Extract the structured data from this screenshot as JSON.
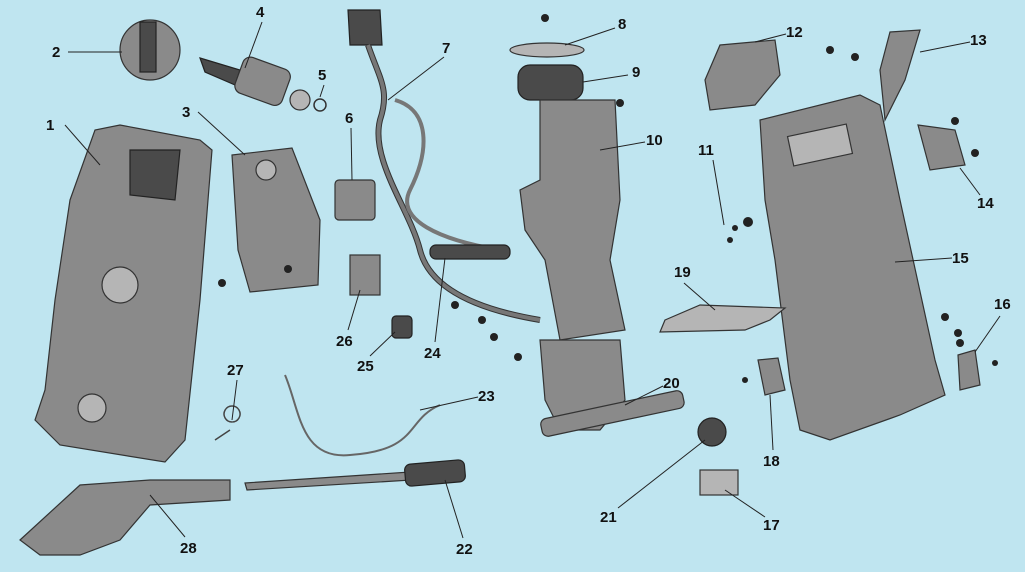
{
  "title": "Pressure washer exploded parts diagram",
  "part_numbers": [
    "1",
    "2",
    "3",
    "4",
    "5",
    "6",
    "7",
    "8",
    "9",
    "10",
    "11",
    "12",
    "13",
    "14",
    "15",
    "16",
    "17",
    "18",
    "19",
    "20",
    "21",
    "22",
    "23",
    "24",
    "25",
    "26",
    "27",
    "28"
  ],
  "colors": {
    "background": "#bfe5f0",
    "part": "#8a8a8a",
    "outline": "#333333"
  }
}
